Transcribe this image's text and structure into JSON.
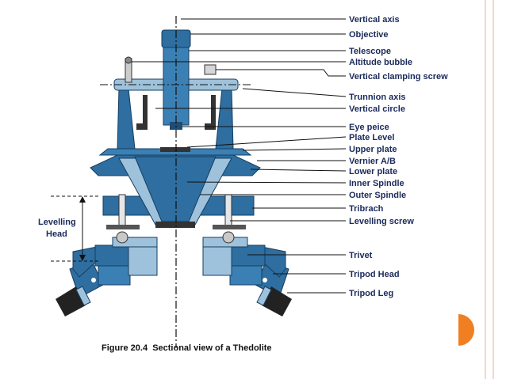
{
  "labels": {
    "vertical_axis": "Vertical axis",
    "objective": "Objective",
    "telescope": "Telescope",
    "altitude_bubble": "Altitude bubble",
    "vertical_clamping_screw": "Vertical clamping screw",
    "trunnion_axis": "Trunnion axis",
    "vertical_circle": "Vertical circle",
    "eye_piece": "Eye peice",
    "plate_level": "Plate Level",
    "upper_plate": "Upper plate",
    "vernier": "Vernier A/B",
    "lower_plate": "Lower plate",
    "inner_spindle": "Inner Spindle",
    "outer_spindle": "Outer Spindle",
    "tribrach": "Tribrach",
    "levelling_screw": "Levelling screw",
    "trivet": "Trivet",
    "tripod_head": "Tripod Head",
    "tripod_leg": "Tripod Leg",
    "levelling_head_line1": "Levelling",
    "levelling_head_line2": "Head"
  },
  "caption": "Figure 20.4  Sectional view of a Thedolite",
  "colors": {
    "accent": "#f07f22",
    "border": "#f2c9b6",
    "part_blue": "#2e6ea0",
    "part_light": "#9fc2dc"
  }
}
